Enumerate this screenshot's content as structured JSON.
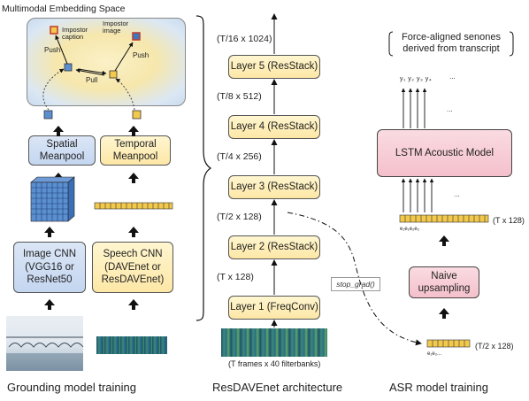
{
  "grounding": {
    "embedding_title": "Multimodal Embedding Space",
    "impostor_caption": "Impostor caption",
    "impostor_image": "Impostor image",
    "push_left": "Push",
    "push_right": "Push",
    "pull": "Pull",
    "spatial_meanpool": "Spatial Meanpool",
    "temporal_meanpool": "Temporal Meanpool",
    "image_cnn": "Image CNN (VGG16 or ResNet50",
    "speech_cnn": "Speech CNN (DAVEnet or ResDAVEnet)",
    "caption": "Grounding model training"
  },
  "resdavenet": {
    "layers": [
      {
        "label": "Layer 1 (FreqConv)",
        "dim": "(T x 128)"
      },
      {
        "label": "Layer 2 (ResStack)",
        "dim": "(T/2 x 128)"
      },
      {
        "label": "Layer 3 (ResStack)",
        "dim": "(T/4 x 256)"
      },
      {
        "label": "Layer 4 (ResStack)",
        "dim": "(T/8 x 512)"
      },
      {
        "label": "Layer 5 (ResStack)",
        "dim": "(T/16 x 1024)"
      }
    ],
    "input_label": "(T frames x 40 filterbanks)",
    "stop_grad": "stop_grad()",
    "caption": "ResDAVEnet architecture"
  },
  "asr": {
    "senones_label": "Force-aligned senones derived from transcript",
    "outputs": "y₁ y₂ y₃ y₄",
    "dots_top": "...",
    "lstm": "LSTM Acoustic Model",
    "upsampling": "Naive upsampling",
    "upsampled_dim": "(T x 128)",
    "upsampled_seq": "e₁e₁e₂e₂",
    "input_dim": "(T/2 x 128)",
    "input_seq": "e₁e₂...",
    "caption": "ASR model training"
  },
  "colors": {
    "blue_box": "#c4d6f0",
    "yellow_box": "#fde7a6",
    "pink_box": "#f4c0cc",
    "embed_yellow": "#f2c94c",
    "embed_blue": "#3a78c2",
    "spectrogram": "#2d6b73"
  }
}
